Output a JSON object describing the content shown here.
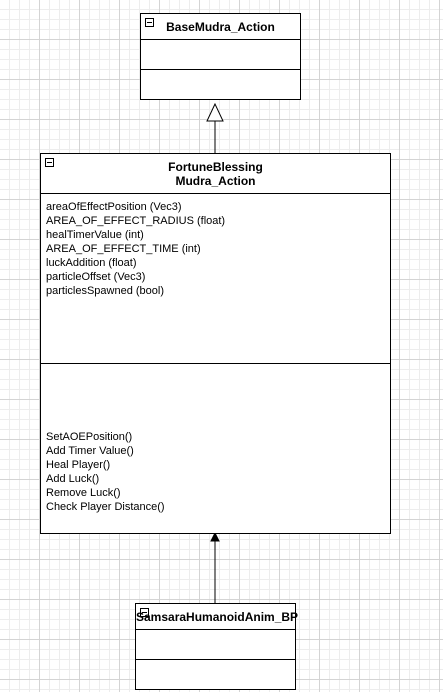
{
  "classes": {
    "base": {
      "title": "BaseMudra_Action"
    },
    "fortune": {
      "title_line1": "FortuneBlessing",
      "title_line2": "Mudra_Action",
      "attributes": [
        "areaOfEffectPosition (Vec3)",
        "AREA_OF_EFFECT_RADIUS (float)",
        "healTimerValue (int)",
        "AREA_OF_EFFECT_TIME (int)",
        "luckAddition (float)",
        "particleOffset (Vec3)",
        "particlesSpawned (bool)"
      ],
      "methods": [
        "SetAOEPosition()",
        "Add Timer Value()",
        "Heal Player()",
        "Add Luck()",
        "Remove Luck()",
        "Check Player Distance()"
      ]
    },
    "samsara": {
      "title": "SamsaraHumanoidAnim_BP"
    }
  },
  "connectors": [
    {
      "from": "fortune",
      "to": "base",
      "type": "generalization"
    },
    {
      "from": "samsara",
      "to": "fortune",
      "type": "association"
    }
  ]
}
